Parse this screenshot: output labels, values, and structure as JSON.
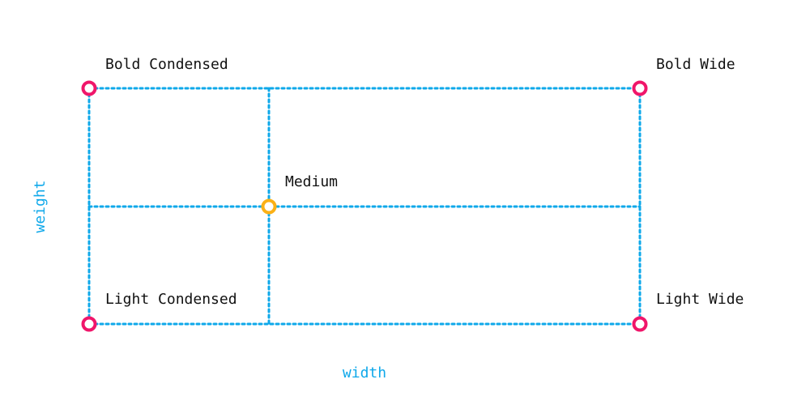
{
  "colors": {
    "grid_line": "#0ea8ea",
    "corner_marker": "#f0166a",
    "center_marker": "#fbb117",
    "label_text": "#111111",
    "axis_text": "#0ea8ea"
  },
  "axes": {
    "x_label": "width",
    "y_label": "weight"
  },
  "instances": {
    "bold_condensed": "Bold Condensed",
    "bold_wide": "Bold Wide",
    "medium": "Medium",
    "light_condensed": "Light Condensed",
    "light_wide": "Light Wide"
  }
}
